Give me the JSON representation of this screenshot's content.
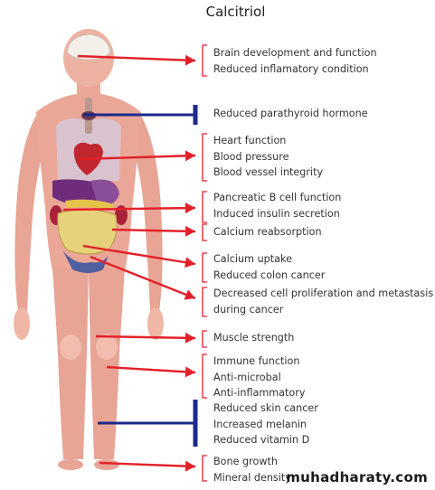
{
  "title": "Calcitriol",
  "watermark": "muhadharaty.com",
  "colors": {
    "stimulate": "#e3202a",
    "inhibit": "#1c2a8c",
    "skin": "#f1b8a8",
    "muscle": "#d9826c"
  },
  "effects": [
    {
      "type": "stimulate",
      "lines": [
        "Brain development and function",
        "Reduced inflamatory condition"
      ]
    },
    {
      "type": "inhibit",
      "lines": [
        "Reduced parathyroid hormone"
      ]
    },
    {
      "type": "stimulate",
      "lines": [
        "Heart function",
        "Blood pressure",
        "Blood vessel integrity"
      ]
    },
    {
      "type": "stimulate",
      "lines": [
        "Pancreatic B cell function",
        "Induced insulin secretion"
      ]
    },
    {
      "type": "stimulate",
      "lines": [
        "Calcium reabsorption"
      ]
    },
    {
      "type": "stimulate",
      "lines": [
        "Calcium uptake",
        "Reduced colon cancer"
      ]
    },
    {
      "type": "stimulate",
      "lines": [
        "Decreased cell proliferation and metastasis",
        "during cancer"
      ]
    },
    {
      "type": "stimulate",
      "lines": [
        "Muscle strength"
      ]
    },
    {
      "type": "stimulate",
      "lines": [
        "Immune function",
        "Anti-microbal",
        "Anti-inflammatory"
      ]
    },
    {
      "type": "inhibit",
      "lines": [
        "Reduced skin cancer",
        "Increased melanin",
        "Reduced vitamin D"
      ]
    },
    {
      "type": "stimulate",
      "lines": [
        "Bone growth",
        "Mineral density"
      ]
    }
  ]
}
